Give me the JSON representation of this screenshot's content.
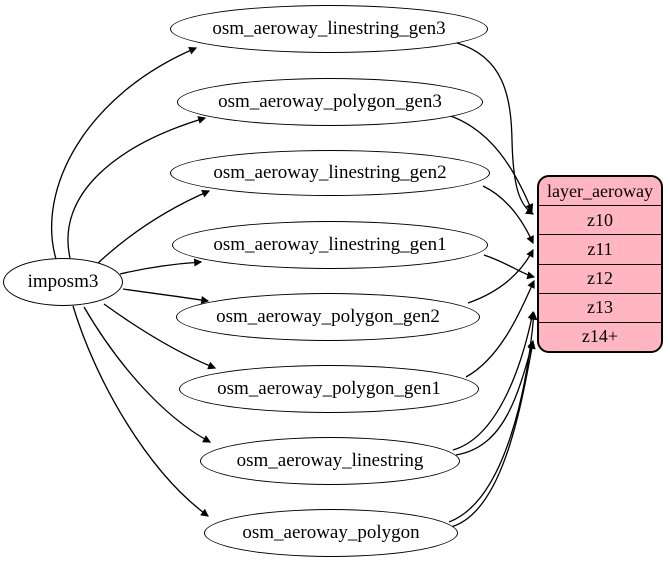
{
  "diagram": {
    "background": "#ffffff",
    "node_fill": "#ffffff",
    "stroke_color": "#000000",
    "source": {
      "id": "imposm3",
      "label": "imposm3"
    },
    "tables": [
      {
        "id": "osm_aeroway_linestring_gen3",
        "label": "osm_aeroway_linestring_gen3"
      },
      {
        "id": "osm_aeroway_polygon_gen3",
        "label": "osm_aeroway_polygon_gen3"
      },
      {
        "id": "osm_aeroway_linestring_gen2",
        "label": "osm_aeroway_linestring_gen2"
      },
      {
        "id": "osm_aeroway_linestring_gen1",
        "label": "osm_aeroway_linestring_gen1"
      },
      {
        "id": "osm_aeroway_polygon_gen2",
        "label": "osm_aeroway_polygon_gen2"
      },
      {
        "id": "osm_aeroway_polygon_gen1",
        "label": "osm_aeroway_polygon_gen1"
      },
      {
        "id": "osm_aeroway_linestring",
        "label": "osm_aeroway_linestring"
      },
      {
        "id": "osm_aeroway_polygon",
        "label": "osm_aeroway_polygon"
      }
    ],
    "layer": {
      "id": "layer_aeroway",
      "title": "layer_aeroway",
      "rows": [
        "z10",
        "z11",
        "z12",
        "z13",
        "z14+"
      ],
      "fill": "#ffb6c1"
    },
    "edges": [
      {
        "from": "imposm3",
        "to": "osm_aeroway_linestring_gen3"
      },
      {
        "from": "imposm3",
        "to": "osm_aeroway_polygon_gen3"
      },
      {
        "from": "imposm3",
        "to": "osm_aeroway_linestring_gen2"
      },
      {
        "from": "imposm3",
        "to": "osm_aeroway_linestring_gen1"
      },
      {
        "from": "imposm3",
        "to": "osm_aeroway_polygon_gen2"
      },
      {
        "from": "imposm3",
        "to": "osm_aeroway_polygon_gen1"
      },
      {
        "from": "imposm3",
        "to": "osm_aeroway_linestring"
      },
      {
        "from": "imposm3",
        "to": "osm_aeroway_polygon"
      },
      {
        "from": "osm_aeroway_linestring_gen3",
        "to": "layer_aeroway:z10"
      },
      {
        "from": "osm_aeroway_polygon_gen3",
        "to": "layer_aeroway:z10"
      },
      {
        "from": "osm_aeroway_linestring_gen2",
        "to": "layer_aeroway:z11"
      },
      {
        "from": "osm_aeroway_polygon_gen2",
        "to": "layer_aeroway:z11"
      },
      {
        "from": "osm_aeroway_linestring_gen1",
        "to": "layer_aeroway:z12"
      },
      {
        "from": "osm_aeroway_polygon_gen1",
        "to": "layer_aeroway:z12"
      },
      {
        "from": "osm_aeroway_linestring",
        "to": "layer_aeroway:z13"
      },
      {
        "from": "osm_aeroway_polygon",
        "to": "layer_aeroway:z13"
      },
      {
        "from": "osm_aeroway_linestring",
        "to": "layer_aeroway:z14+"
      },
      {
        "from": "osm_aeroway_polygon",
        "to": "layer_aeroway:z14+"
      }
    ]
  }
}
